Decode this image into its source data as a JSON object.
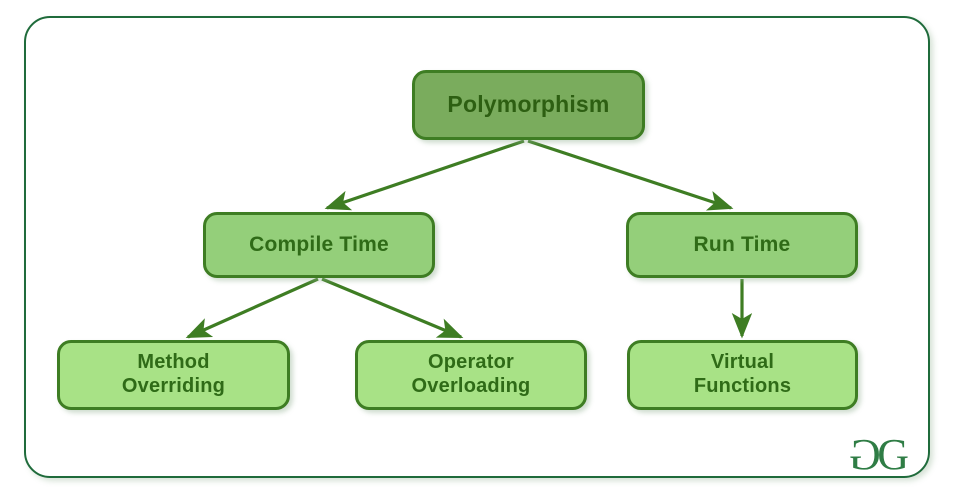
{
  "diagram": {
    "title": "Polymorphism",
    "type": "hierarchy-tree",
    "frame": {
      "border_color": "#1f6b3b",
      "background": "#ffffff"
    },
    "colors": {
      "root_fill": "#7aac5d",
      "mid_fill": "#94cf7a",
      "leaf_fill": "#a8e286",
      "node_border": "#3e7d23",
      "node_text": "#2f6b17",
      "connector": "#3e7d23",
      "logo": "#2f7d45"
    },
    "nodes": {
      "root": {
        "label": "Polymorphism"
      },
      "compile_time": {
        "label": "Compile Time"
      },
      "run_time": {
        "label": "Run Time"
      },
      "method_overriding": {
        "label": "Method\nOverriding"
      },
      "operator_overloading": {
        "label": "Operator\nOverloading"
      },
      "virtual_functions": {
        "label": "Virtual\nFunctions"
      }
    },
    "edges": [
      {
        "from": "Polymorphism",
        "to": "Compile Time"
      },
      {
        "from": "Polymorphism",
        "to": "Run Time"
      },
      {
        "from": "Compile Time",
        "to": "Method Overriding"
      },
      {
        "from": "Compile Time",
        "to": "Operator Overloading"
      },
      {
        "from": "Run Time",
        "to": "Virtual Functions"
      }
    ]
  },
  "logo": {
    "left_glyph": "G",
    "right_glyph": "G",
    "name": "geeksforgeeks-logo"
  }
}
